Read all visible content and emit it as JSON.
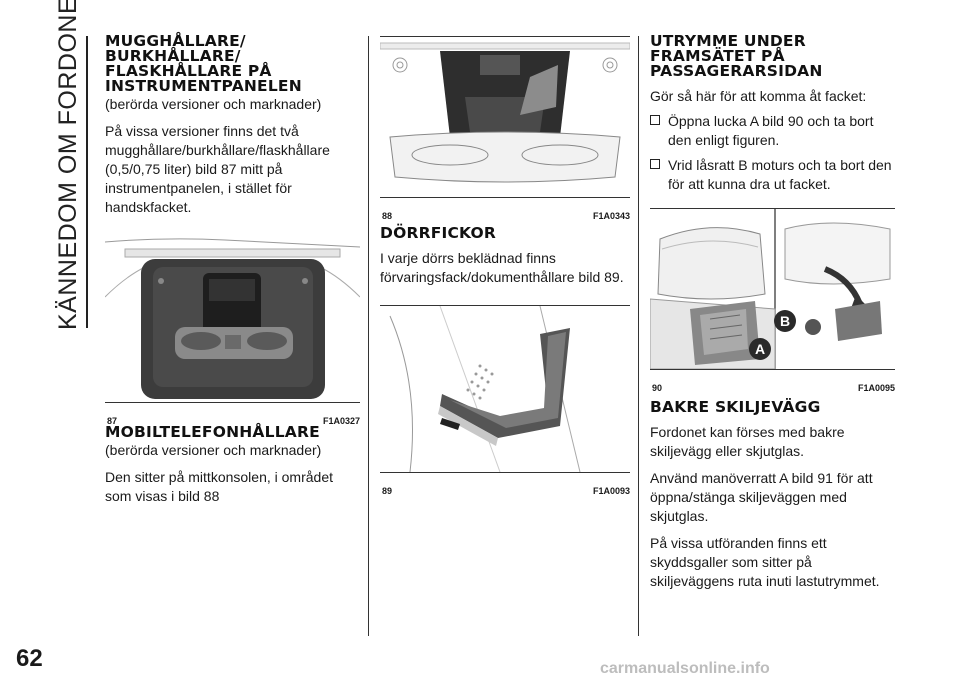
{
  "side_title": "KÄNNEDOM OM FORDONET",
  "page_number": "62",
  "watermark": "carmanualsonline.info",
  "col1": {
    "heading1": "MUGGHÅLLARE/ BURKHÅLLARE/ FLASKHÅLLARE PÅ INSTRUMENTPANELEN",
    "sub1": "(berörda versioner och marknader)",
    "body1": "På vissa versioner finns det två mugghållare/burkhållare/flaskhållare (0,5/0,75 liter) bild 87 mitt på instrumentpanelen, i stället för handskfacket.",
    "fig87_num": "87",
    "fig87_code": "F1A0327",
    "heading2": "MOBILTELEFONHÅLLARE",
    "sub2": "(berörda versioner och marknader)",
    "body2": "Den sitter på mittkonsolen, i området som visas i bild 88"
  },
  "col2": {
    "fig88_num": "88",
    "fig88_code": "F1A0343",
    "heading": "DÖRRFICKOR",
    "body": "I varje dörrs beklädnad finns förvaringsfack/dokumenthållare bild 89.",
    "fig89_num": "89",
    "fig89_code": "F1A0093"
  },
  "col3": {
    "heading1": "UTRYMME UNDER FRAMSÄTET PÅ PASSAGERARSIDAN",
    "intro": "Gör så här för att komma åt facket:",
    "bullets": [
      "Öppna lucka A bild 90 och ta bort den enligt figuren.",
      "Vrid låsratt B moturs och ta bort den för att kunna dra ut facket."
    ],
    "fig90_num": "90",
    "fig90_code": "F1A0095",
    "label_a": "A",
    "label_b": "B",
    "heading2": "BAKRE SKILJEVÄGG",
    "p1": "Fordonet kan förses med bakre skiljevägg eller skjutglas.",
    "p2": "Använd manöverratt A bild 91 för att öppna/stänga skiljeväggen med skjutglas.",
    "p3": "På vissa utföranden finns ett skyddsgaller som sitter på skiljeväggens ruta inuti lastutrymmet."
  }
}
